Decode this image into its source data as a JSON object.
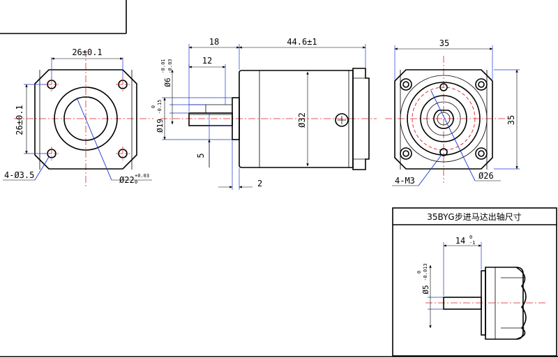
{
  "front_view_left": {
    "dim_width": "26±0.1",
    "dim_height": "26±0.1",
    "hole_label": "4-Ø3.5",
    "boss_label": "Ø22",
    "boss_tol_upper": "+0.03",
    "boss_tol_lower": "0"
  },
  "side_view": {
    "dim_shaft_length": "18",
    "dim_key_length": "12",
    "dim_body_length": "44.6±1",
    "dim_boss_dia": "Ø19",
    "dim_boss_tol_upper": "0",
    "dim_boss_tol_lower": "-0.15",
    "dim_shaft_dia": "Ø6",
    "dim_shaft_tol_upper": "-0.01",
    "dim_shaft_tol_lower": "-0.03",
    "dim_body_dia": "Ø32",
    "dim_flat": "5",
    "dim_boss_height": "2"
  },
  "front_view_right": {
    "dim_width": "35",
    "dim_height": "35",
    "screw_label": "4-M3",
    "pcd_label": "Ø26"
  },
  "detail_box": {
    "title": "35BYG步进马达出轴尺寸",
    "dim_shaft_length": "14",
    "dim_shaft_length_tol_upper": "0",
    "dim_shaft_length_tol_lower": "-1",
    "dim_shaft_dia": "Ø5",
    "dim_shaft_dia_tol_upper": "0",
    "dim_shaft_dia_tol_lower": "-0.013"
  },
  "colors": {
    "centerline": "#e02020",
    "leader": "#1a35d0",
    "outline": "#000000"
  }
}
